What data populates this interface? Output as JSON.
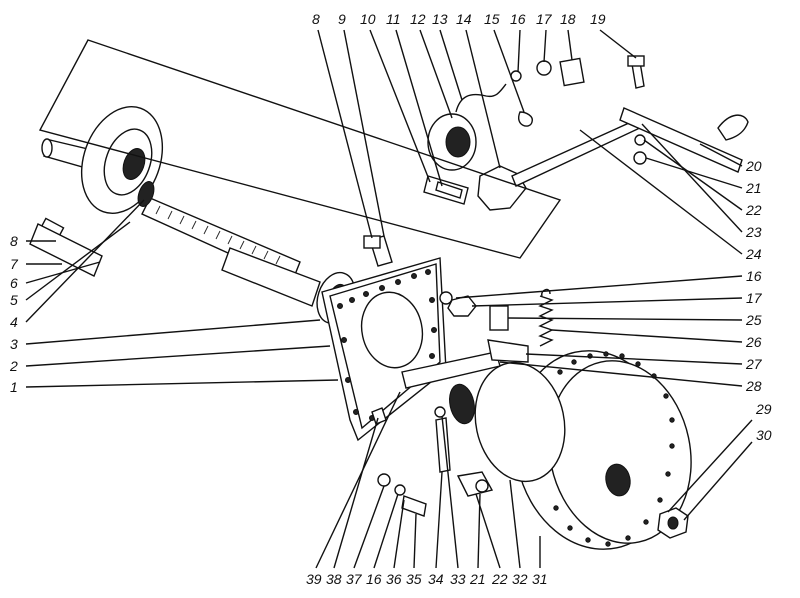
{
  "top_labels": [
    "8",
    "9",
    "10",
    "11",
    "12",
    "13",
    "14",
    "15",
    "16",
    "17",
    "18",
    "19"
  ],
  "left_labels": [
    "8",
    "7",
    "6",
    "5",
    "4",
    "3",
    "2",
    "1"
  ],
  "right_labels": [
    "20",
    "21",
    "22",
    "23",
    "24",
    "16",
    "17",
    "25",
    "26",
    "27",
    "28",
    "29",
    "30"
  ],
  "bottom_labels": [
    "39",
    "38",
    "37",
    "16",
    "36",
    "35",
    "34",
    "33",
    "21",
    "22",
    "32",
    "31"
  ]
}
